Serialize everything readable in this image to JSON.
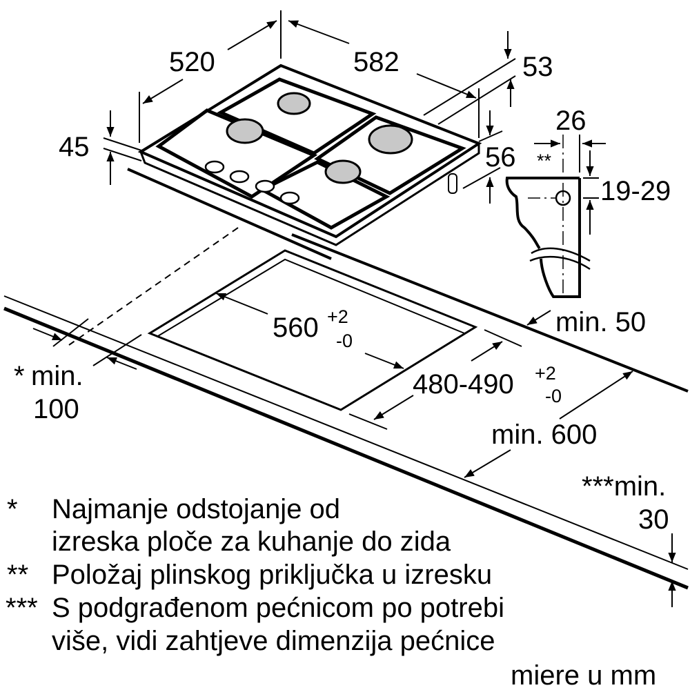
{
  "dimensions": {
    "depth": "520",
    "width": "582",
    "back_clearance": "53",
    "height": "45",
    "side_height": "56",
    "gas_offset": "26",
    "gas_marker": "**",
    "gas_height_range": "19-29",
    "rear_min": "min. 50",
    "cutout_width": "560",
    "cutout_width_plus": "+2",
    "cutout_width_minus": "-0",
    "wall_min_prefix": "*",
    "wall_min_label": "min.",
    "wall_min_value": "100",
    "cutout_depth": "480-490",
    "cutout_depth_plus": "+2",
    "cutout_depth_minus": "-0",
    "counter_min": "min. 600",
    "oven_min_label": "***min.",
    "oven_min_value": "30"
  },
  "notes": [
    {
      "marker": "*",
      "lines": [
        "Najmanje odstojanje od",
        "izreska ploče za kuhanje do zida"
      ]
    },
    {
      "marker": "**",
      "lines": [
        "Položaj plinskog priključka u izresku"
      ]
    },
    {
      "marker": "***",
      "lines": [
        "S podgrađenom pećnicom po potrebi",
        "više, vidi zahtjeve dimenzija pećnice"
      ]
    }
  ],
  "units": "miere u mm"
}
